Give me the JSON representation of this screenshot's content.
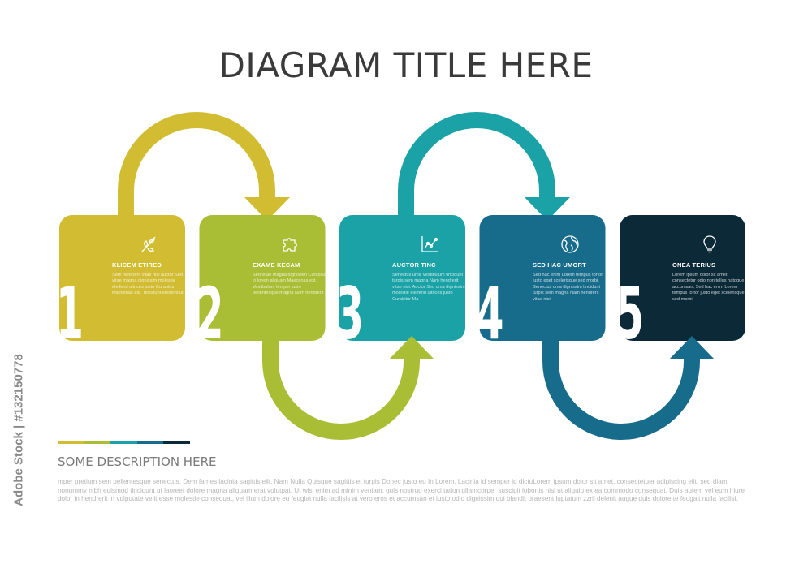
{
  "title": "DIAGRAM TITLE HERE",
  "steps": [
    {
      "number": "1",
      "heading": "KLICEM ETIRED",
      "icon": "leaves-icon",
      "color": "#d2bd32",
      "text": "Sem hendrerit vitae nisi auctor Sed vitae magna dignissim molestie eleifend ultrices justo Curabitur Maecenas est. Tincidunt eleifend ut."
    },
    {
      "number": "2",
      "heading": "EXAME KECAM",
      "icon": "puzzle-icon",
      "color": "#a9be34",
      "text": "Sed vitae magna dignissim Curabitur in lorem aliquam Maecenas est. Vestibulum tempor justo pellentesque magna Nam hendrerit"
    },
    {
      "number": "3",
      "heading": "AUCTOR TINC",
      "icon": "chart-icon",
      "color": "#1aa2a6",
      "text": "Senectus uma Vestibulum tincidunt turpis sem magna Nam hendrerit vitae nisi. Auctor Sed uma dignissim molestie eleifend ultrices justo Curabitur Ma"
    },
    {
      "number": "4",
      "heading": "SED HAC UMORT",
      "icon": "globe-icon",
      "color": "#176c8b",
      "text": "Sed hac enim Lorem tempus tortor justo eget scelerisque sed morbi. Senectus uma dignissim tincidunt turpis sem magna Nam hendrerit vitae nisi"
    },
    {
      "number": "5",
      "heading": "ONEA TERIUS",
      "icon": "lightbulb-icon",
      "color": "#0b2937",
      "text": "Lorem ipsum dolor sit amet consectetur odio non tellus natoque accumsan. Sed hac enim Lorem tempus tortor justo eget scelerisque sed morbi."
    }
  ],
  "arrows": {
    "top_left": "#d2bd32",
    "bottom_left": "#a9be34",
    "top_right": "#1aa2a6",
    "bottom_right": "#176c8b"
  },
  "description": {
    "title": "SOME DESCRIPTION HERE",
    "body": "mper pretium sem pellentesque senectus. Dem fames lacinia sagittis elit. Nam Nulla Quisque sagittis et turpis Donec justo eu In Lorem. Lacinia id semper id dictuLorem ipsum dolor sit amet, consectetuer adipiscing elit, sed diam nonummy nibh euismod tincidunt ut laoreet dolore magna aliquam erat volutpat. Ut wisi enim ad minim veniam, quis nostrud exerci tation ullamcorper suscipit lobortis nisl ut aliquip ex ea commodo consequat. Duis autem vel eum iriure dolor in hendrerit in vulputate velit esse molestie consequat, vel illum dolore eu feugiat nulla facilisis at vero eros et accumsan et iusto odio dignissim qui blandit praesent luptatum zzril delenit augue duis dolore te feugait nulla facilisi."
  },
  "colorbar": [
    "#d2bd32",
    "#a9be34",
    "#1aa2a6",
    "#176c8b",
    "#0b2937"
  ],
  "stock_id": "Adobe Stock | #132150778"
}
